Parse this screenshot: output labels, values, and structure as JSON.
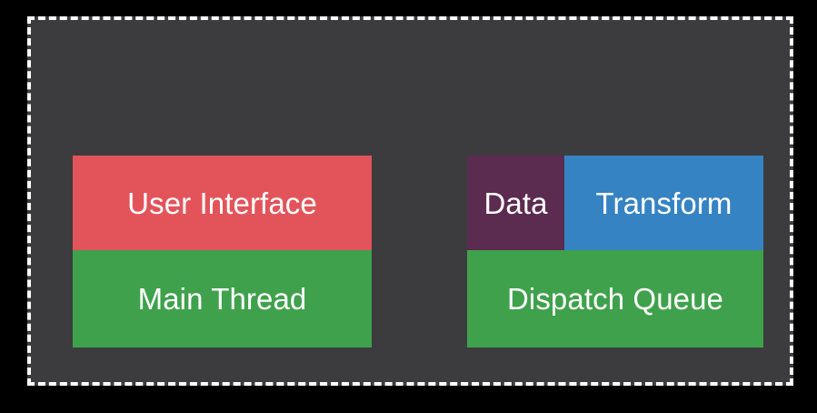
{
  "meta": {
    "background_color": "#000000",
    "panel_background": "#3c3c3e",
    "panel_border_color": "#ffffff",
    "text_color": "#ffffff"
  },
  "diagram": {
    "groups": [
      {
        "name": "main-thread-group",
        "rows": [
          {
            "cells": [
              {
                "label": "User Interface",
                "color": "#e2545a"
              }
            ]
          },
          {
            "cells": [
              {
                "label": "Main Thread",
                "color": "#3fa14c"
              }
            ]
          }
        ]
      },
      {
        "name": "dispatch-queue-group",
        "rows": [
          {
            "cells": [
              {
                "label": "Data",
                "color": "#5c2b50"
              },
              {
                "label": "Transform",
                "color": "#3683c4"
              }
            ]
          },
          {
            "cells": [
              {
                "label": "Dispatch Queue",
                "color": "#3fa14c"
              }
            ]
          }
        ]
      }
    ]
  }
}
